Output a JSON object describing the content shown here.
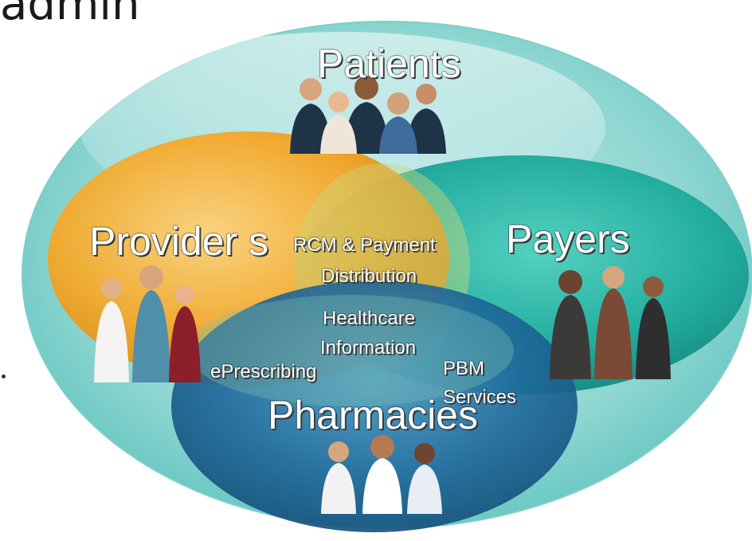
{
  "header": {
    "partial_title": "admin"
  },
  "diagram": {
    "title": "",
    "nodes": [
      {
        "id": "patients",
        "label": "Patients",
        "color": "#8fd6d2"
      },
      {
        "id": "providers",
        "label": "Provider s",
        "color": "#f6a624"
      },
      {
        "id": "payers",
        "label": "Payers",
        "color": "#1aa99a"
      },
      {
        "id": "pharmacies",
        "label": "Pharmacies",
        "color": "#1d5f8f"
      }
    ],
    "intersections": {
      "rcm": {
        "line1": "RCM & Payment",
        "line2": "Distribution"
      },
      "healthcare_info": {
        "line1": "Healthcare",
        "line2": "Information"
      },
      "eprescribing": "ePrescribing",
      "pbm": {
        "line1": "PBM",
        "line2": "Services"
      }
    },
    "icons": [
      "patients-group-icon",
      "providers-group-icon",
      "payers-group-icon",
      "pharmacies-group-icon"
    ]
  }
}
